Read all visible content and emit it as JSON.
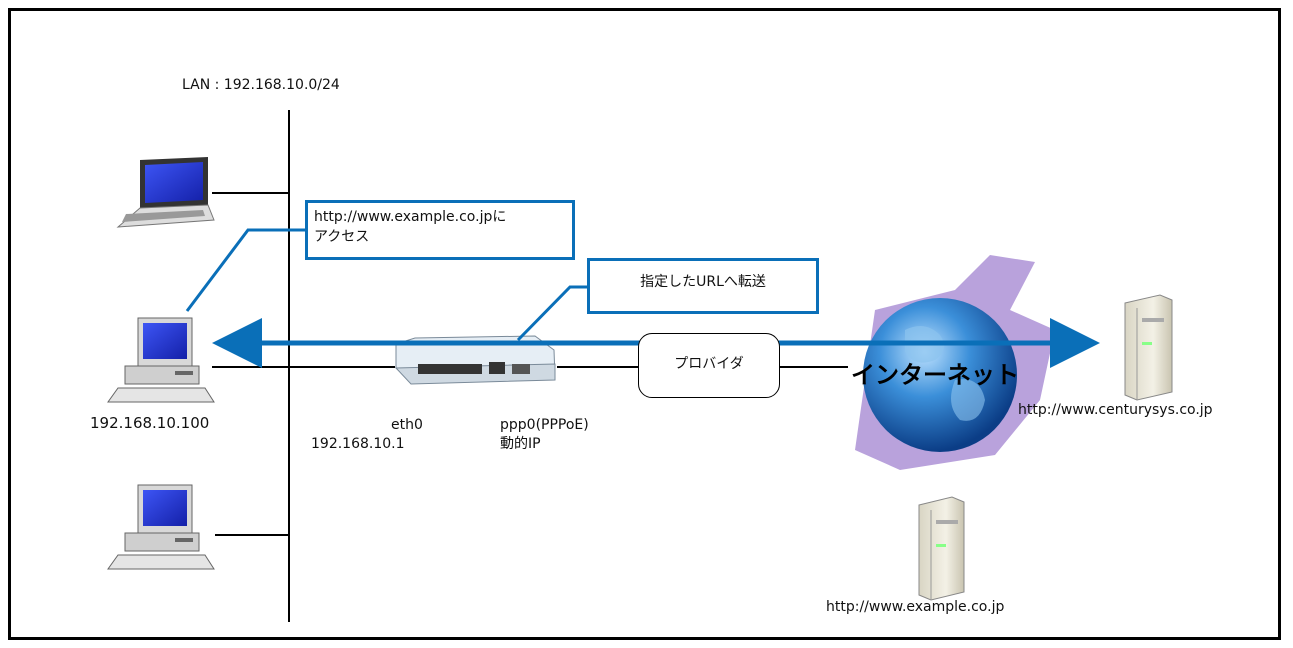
{
  "lan_label": "LAN : 192.168.10.0/24",
  "pc_ip_label": "192.168.10.100",
  "router": {
    "eth_name": "eth0",
    "eth_ip": "192.168.10.1",
    "ppp_name": "ppp0(PPPoE)",
    "ppp_ip": "動的IP"
  },
  "callout_access": {
    "line1": "http://www.example.co.jpに",
    "line2": "アクセス"
  },
  "callout_forward": "指定したURLへ転送",
  "provider_label": "プロバイダ",
  "internet_label": "インターネット",
  "servers": {
    "century": "http://www.centurysys.co.jp",
    "example": "http://www.example.co.jp"
  },
  "colors": {
    "accent_blue": "#0a6fb8",
    "screen_blue": "#1f2fd8",
    "globe_purple": "#b9a2dc"
  },
  "icons": [
    "laptop-icon",
    "desktop-pc-icon",
    "router-icon",
    "globe-icon",
    "server-icon"
  ]
}
